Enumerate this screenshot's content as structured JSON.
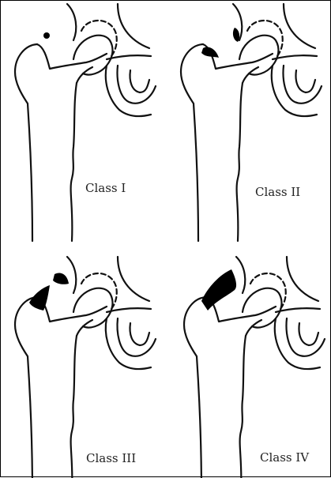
{
  "panels": [
    {
      "label": "Class I"
    },
    {
      "label": "Class II"
    },
    {
      "label": "Class III"
    },
    {
      "label": "Class IV"
    }
  ],
  "colors": {
    "line": "#111111",
    "ossification": "#000000",
    "background": "#ffffff"
  }
}
